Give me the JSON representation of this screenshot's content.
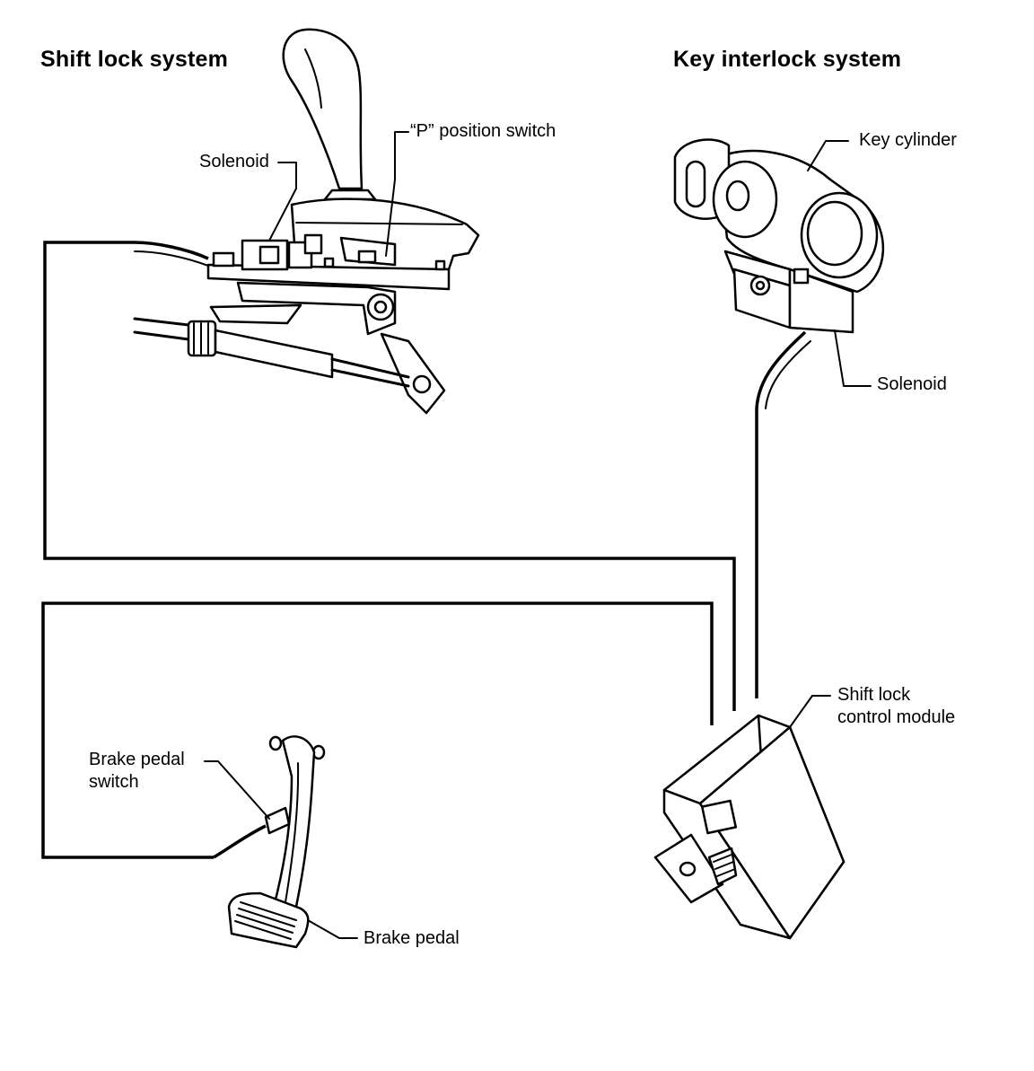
{
  "titles": {
    "shift_lock": "Shift lock system",
    "key_interlock": "Key interlock system"
  },
  "labels": {
    "solenoid_shift": "Solenoid",
    "p_position_switch": "“P” position switch",
    "key_cylinder": "Key cylinder",
    "solenoid_key": "Solenoid",
    "shift_lock_module_line1": "Shift lock",
    "shift_lock_module_line2": "control module",
    "brake_pedal_switch_line1": "Brake pedal",
    "brake_pedal_switch_line2": "switch",
    "brake_pedal": "Brake pedal"
  }
}
